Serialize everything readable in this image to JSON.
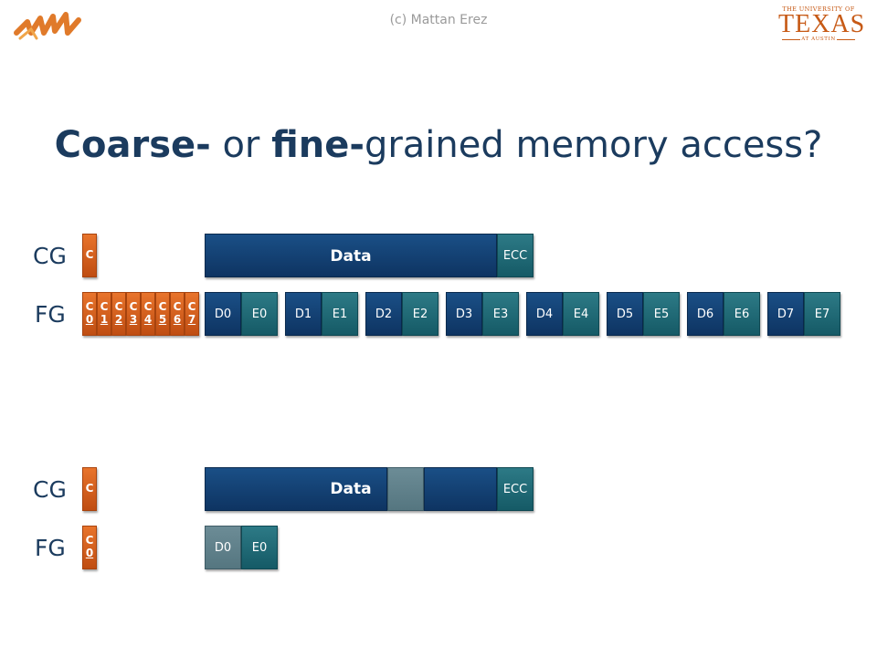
{
  "copyright": "(c) Mattan Erez",
  "logos": {
    "left_logo": "lph-logo-icon",
    "right": {
      "line1": "THE UNIVERSITY OF",
      "line2": "TEXAS",
      "line3": "AT AUSTIN"
    }
  },
  "title": {
    "coarse": "Coarse-",
    "or": " or ",
    "fine": "fine-",
    "rest": "grained memory access?"
  },
  "colors": {
    "title": "#1b3b5e",
    "command_orange": "#d9621f",
    "data_navy": "#0e3462",
    "ecc_teal": "#155a66",
    "accessed_gray": "#6c8c96"
  },
  "diagram1": {
    "cg": {
      "label": "CG",
      "command": "C",
      "data": "Data",
      "ecc": "ECC"
    },
    "fg": {
      "label": "FG",
      "commands": [
        {
          "c": "C",
          "n": "0"
        },
        {
          "c": "C",
          "n": "1"
        },
        {
          "c": "C",
          "n": "2"
        },
        {
          "c": "C",
          "n": "3"
        },
        {
          "c": "C",
          "n": "4"
        },
        {
          "c": "C",
          "n": "5"
        },
        {
          "c": "C",
          "n": "6"
        },
        {
          "c": "C",
          "n": "7"
        }
      ],
      "blocks": [
        {
          "d": "D0",
          "e": "E0"
        },
        {
          "d": "D1",
          "e": "E1"
        },
        {
          "d": "D2",
          "e": "E2"
        },
        {
          "d": "D3",
          "e": "E3"
        },
        {
          "d": "D4",
          "e": "E4"
        },
        {
          "d": "D5",
          "e": "E5"
        },
        {
          "d": "D6",
          "e": "E6"
        },
        {
          "d": "D7",
          "e": "E7"
        }
      ]
    }
  },
  "diagram2": {
    "cg": {
      "label": "CG",
      "command": "C",
      "data": "Data",
      "ecc": "ECC"
    },
    "fg": {
      "label": "FG",
      "command": {
        "c": "C",
        "n": "0"
      },
      "block": {
        "d": "D0",
        "e": "E0"
      }
    }
  }
}
